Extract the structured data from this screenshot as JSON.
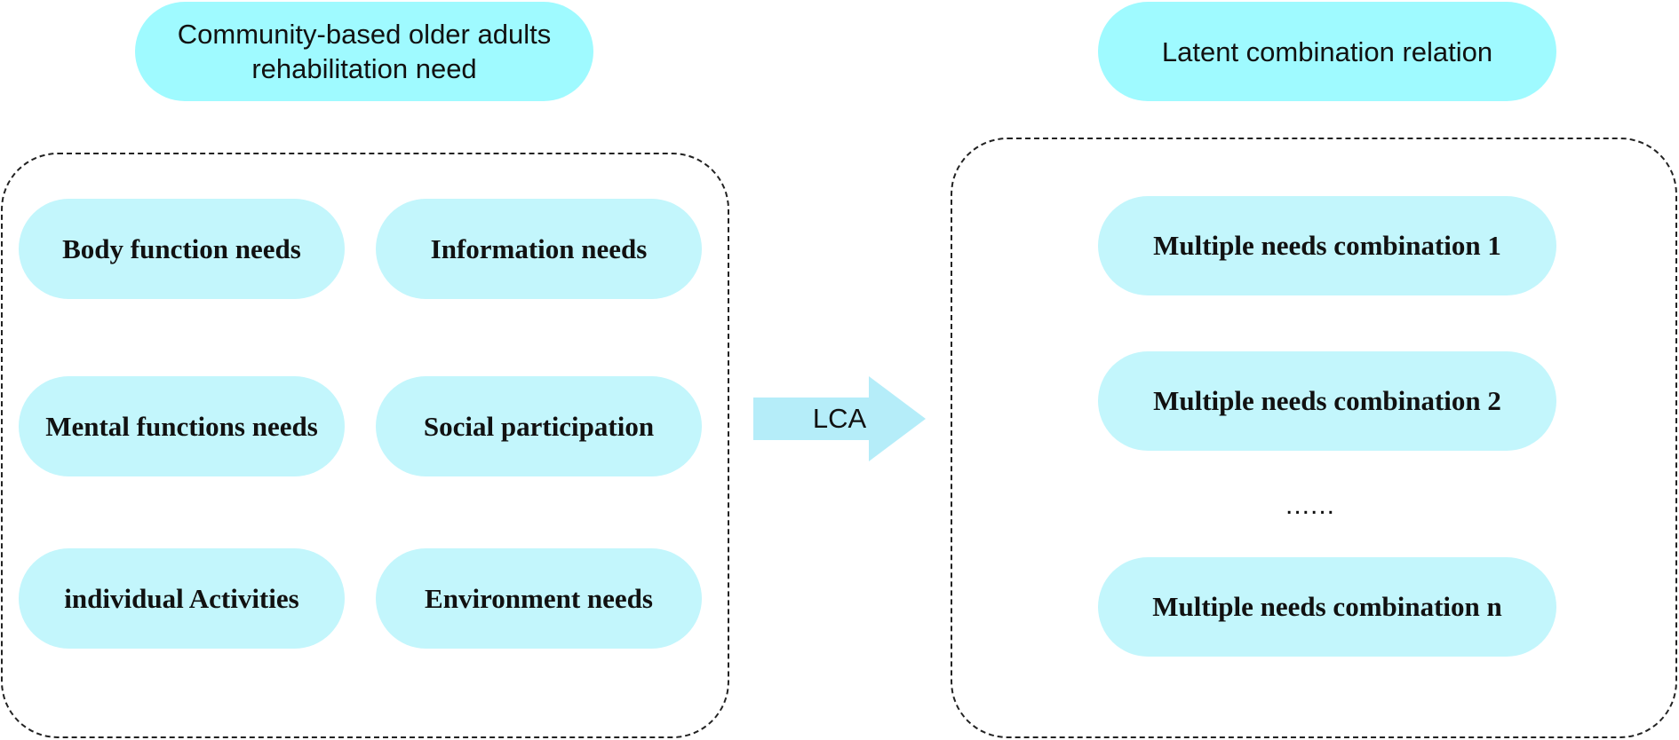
{
  "left_panel": {
    "title": "Community-based older adults\nrehabilitation need",
    "items": [
      "Body function needs",
      "Information needs",
      "Mental functions needs",
      "Social participation",
      "individual Activities",
      "Environment needs"
    ]
  },
  "arrow": {
    "label": "LCA"
  },
  "right_panel": {
    "title": "Latent combination relation",
    "items": [
      "Multiple needs combination 1",
      "Multiple needs combination 2",
      "Multiple needs combination n"
    ],
    "ellipsis": "......"
  },
  "colors": {
    "header_fill": "#9ffaff",
    "pill_fill": "#c3f6fc",
    "arrow_fill": "#b5edf9",
    "border": "#222222"
  }
}
